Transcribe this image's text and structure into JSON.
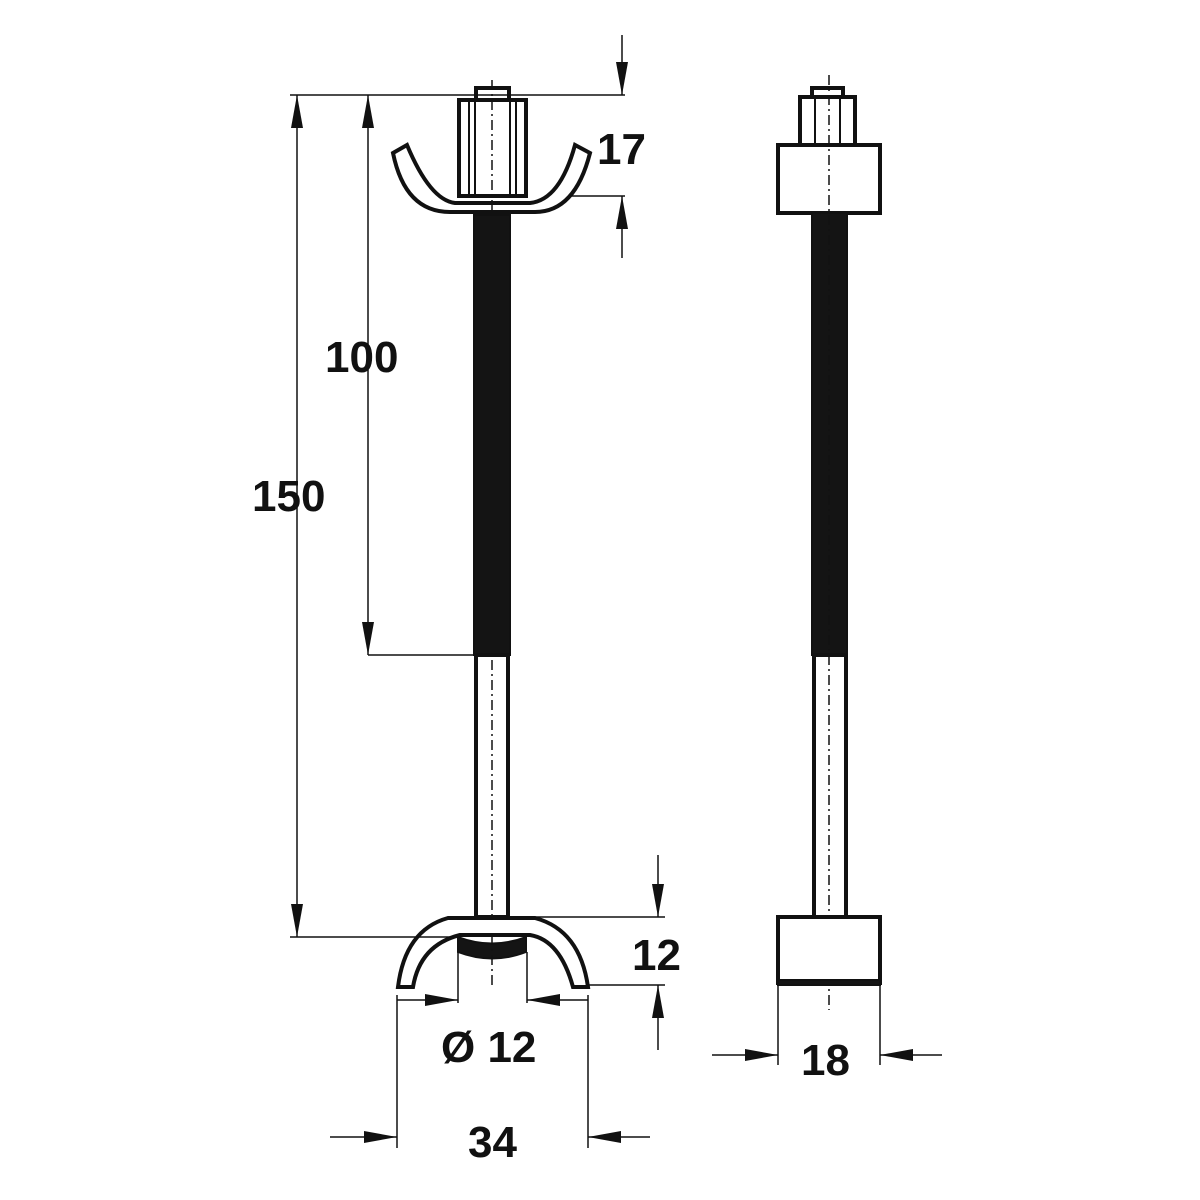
{
  "dimensions": {
    "total_length": "150",
    "thread_length": "100",
    "top_nut_height": "17",
    "bottom_clamp_height": "12",
    "rod_diameter": "Ø 12",
    "clamp_width": "34",
    "side_view_width": "18"
  },
  "colors": {
    "ink": "#111111",
    "background": "#ffffff"
  }
}
